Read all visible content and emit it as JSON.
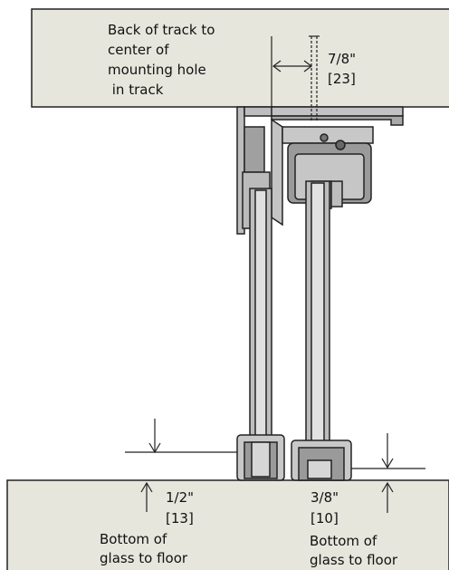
{
  "ceiling_callout": {
    "lines": [
      "Back of track to",
      "center of",
      "mounting hole",
      " in track"
    ]
  },
  "top_dimension": {
    "inches": "7/8\"",
    "mm": "[23]"
  },
  "left_dimension": {
    "inches": "1/2\"",
    "mm": "[13]",
    "caption": [
      "Bottom of",
      "glass to floor"
    ]
  },
  "right_dimension": {
    "inches": "3/8\"",
    "mm": "[10]",
    "caption": [
      "Bottom of",
      "glass to floor"
    ]
  },
  "colors": {
    "surface": "#e6e6dd",
    "outline": "#222222",
    "metal": "#b8b8b8",
    "metal_dark": "#8f8f8f",
    "glass": "#d7d7d7"
  }
}
